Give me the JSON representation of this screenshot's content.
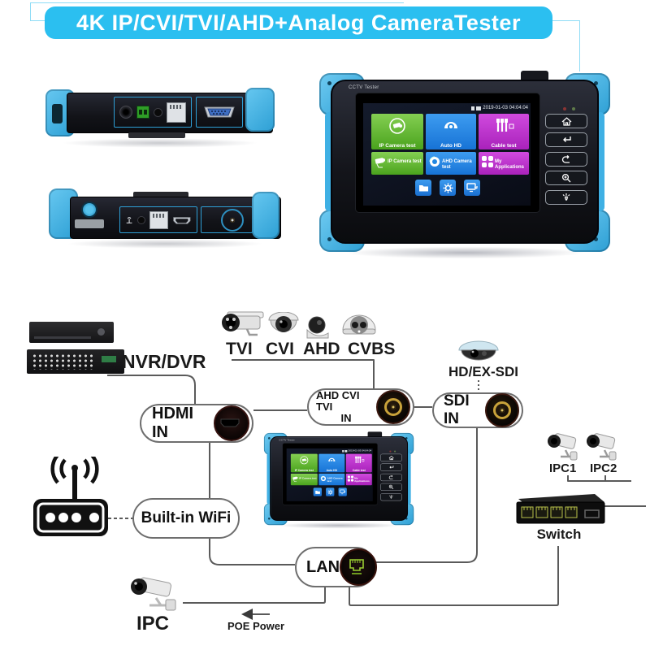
{
  "banner": {
    "title": "4K IP/CVI/TVI/AHD+Analog CameraTester",
    "bg_color": "#2bbff0",
    "text_color": "#ffffff"
  },
  "colors": {
    "device_blue": "#45b6e8",
    "tile_green": "#55ad27",
    "tile_blue": "#2287e2",
    "tile_magenta": "#bf2fd0",
    "connector_gray": "#5a5a5a"
  },
  "tester": {
    "brand_label": "CCTV Tester",
    "status_time": "2019-01-03 04:04:04",
    "tiles": [
      {
        "label": "IP Camera test",
        "icon": "ip-camera",
        "color": "#55ad27"
      },
      {
        "label": "Auto HD",
        "icon": "dome-camera",
        "color": "#2287e2"
      },
      {
        "label": "Cable test",
        "icon": "cables",
        "color": "#bf2fd0"
      },
      {
        "label": "IP Camera test",
        "icon": "ptz-camera",
        "color": "#55ad27"
      },
      {
        "label": "AHD Camera test",
        "icon": "analog-camera",
        "color": "#2287e2"
      },
      {
        "label": "My Applications",
        "icon": "apps-grid",
        "color": "#bf2fd0"
      }
    ],
    "dock_icons": [
      "file-manager",
      "settings-gear",
      "screen-share"
    ],
    "side_buttons": [
      "home",
      "enter",
      "back",
      "zoom-magnifier",
      "flashlight"
    ],
    "top_view_ports": [
      "dc-power-jack",
      "terminal-block",
      "audio-in-jack",
      "rj45-lan",
      "vga"
    ],
    "bottom_view_ports": [
      "power-button",
      "speaker",
      "dc-jack",
      "rj45-lan",
      "hdmi",
      "bnc-video"
    ]
  },
  "diagram": {
    "nvr_dvr": {
      "label": "NVR/DVR"
    },
    "analog_cameras": {
      "labels": [
        "TVI",
        "CVI",
        "AHD",
        "CVBS"
      ]
    },
    "hd_ex_sdi": {
      "label": "HD/EX-SDI"
    },
    "hdmi_in": {
      "label": "HDMI IN"
    },
    "ahd_cvi_tvi_in": {
      "line1": "AHD CVI TVI",
      "line2": "IN"
    },
    "sdi_in": {
      "label": "SDI IN"
    },
    "built_in_wifi": {
      "label": "Built-in WiFi"
    },
    "lan": {
      "label": "LAN"
    },
    "ipc1": {
      "label": "IPC1"
    },
    "ipc2": {
      "label": "IPC2"
    },
    "switch": {
      "label": "Switch"
    },
    "ipc": {
      "label": "IPC"
    },
    "poe_power": {
      "label": "POE Power"
    }
  }
}
